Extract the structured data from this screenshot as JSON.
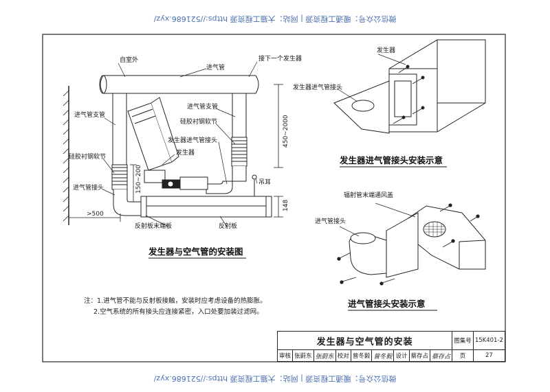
{
  "watermark": "微信公众号：暖通工程资源   |   网站：大猫工程资源 https://521686.xyz/",
  "figure_left": {
    "labels": {
      "outdoor": "自室外",
      "inlet_pipe": "进气管",
      "to_next": "接下一个发生器",
      "inlet_support_left": "进气管支管",
      "inlet_support_right": "进气管支管",
      "silicone_hose_left": "硅胶衬钢软节",
      "silicone_hose_right": "硅胶衬钢软节",
      "gen_inlet_joint": "发生器进气管接头",
      "generator": "发生器",
      "inlet_joint": "进气管接头",
      "dim_450_2000": "450~2000",
      "dim_150_200": "150~200",
      "lifting_ear": "吊耳",
      "dim_148": "148",
      "dim_500": ">500",
      "reflector_end": "反射板末端板",
      "reflector": "反射板"
    },
    "caption": "发生器与空气管的安装图"
  },
  "figure_right_top": {
    "labels": {
      "generator": "发生器",
      "gen_inlet_joint": "发生器进气管接头"
    },
    "caption": "发生器进气管接头安装示意"
  },
  "figure_right_bottom": {
    "labels": {
      "end_cap": "辐射管末端通风盖",
      "inlet_joint": "进气管接头"
    },
    "caption": "进气管接头安装示意"
  },
  "notes": {
    "line1": "注：1.进气管不能与反射板接触，安装时应考虑设备的热膨胀。",
    "line2": "2.空气系统的所有接头应连接紧密，入口处要加装过滤网。"
  },
  "title_block": {
    "title": "发生器与空气管的安装",
    "atlas_label": "图集号",
    "atlas_no": "15K401-2",
    "review_label": "审核",
    "reviewer": "张蔚东",
    "reviewer_sig": "张蔚东",
    "check_label": "校对",
    "checker": "曾冬毅",
    "checker_sig": "曾冬毅",
    "design_label": "设计",
    "designer": "蔡存占",
    "designer_sig": "蔡存占",
    "page_label": "页",
    "page_no": "27"
  }
}
